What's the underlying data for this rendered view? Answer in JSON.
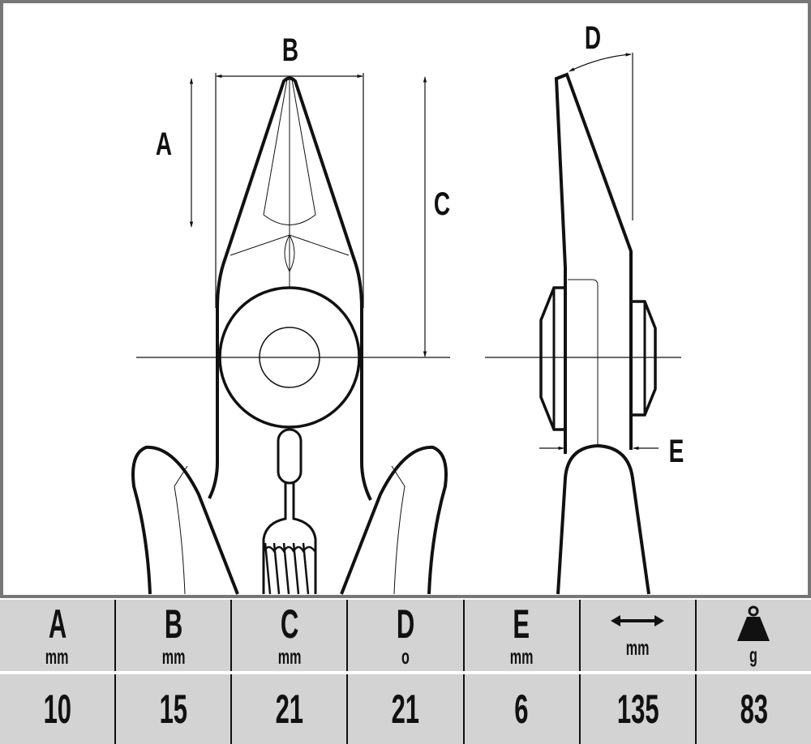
{
  "drawing": {
    "labels": {
      "A": "A",
      "B": "B",
      "C": "C",
      "D": "D",
      "E": "E"
    }
  },
  "table": {
    "columns": [
      {
        "header": "A",
        "unit": "mm",
        "value": "10"
      },
      {
        "header": "B",
        "unit": "mm",
        "value": "15"
      },
      {
        "header": "C",
        "unit": "mm",
        "value": "21"
      },
      {
        "header": "D",
        "unit": "o",
        "value": "21"
      },
      {
        "header": "E",
        "unit": "mm",
        "value": "6"
      },
      {
        "icon": "double-arrow-length-icon",
        "unit": "mm",
        "value": "135"
      },
      {
        "icon": "weight-icon",
        "unit": "g",
        "value": "83"
      }
    ]
  },
  "colors": {
    "frame": "#777777",
    "table_bg": "#d3d3d3",
    "ink": "#111111"
  }
}
